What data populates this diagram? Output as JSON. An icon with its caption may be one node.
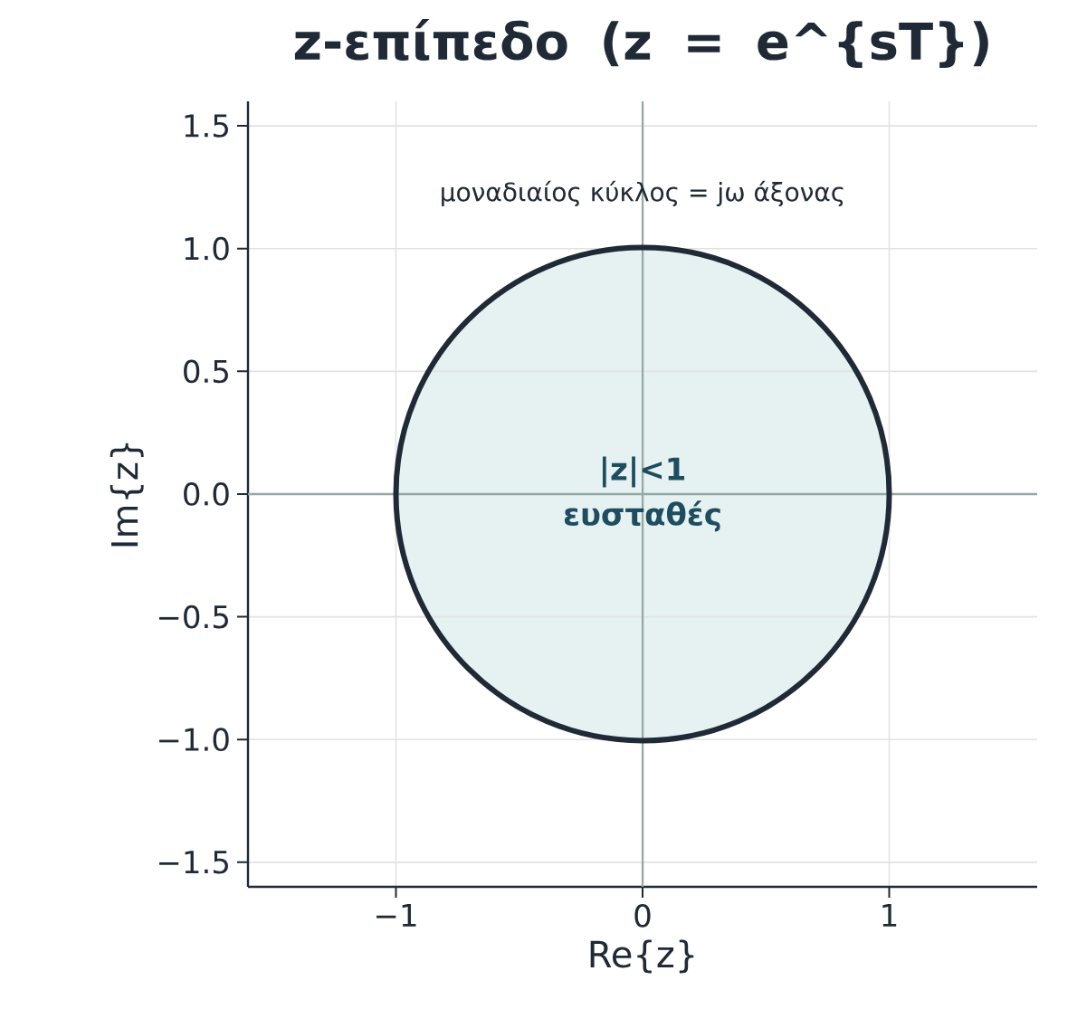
{
  "diagram": {
    "title": "z-επίπεδο   (z = e^{sT})",
    "nodes": [
      {
        "text": [
          "|z|<1",
          "ευσταθές"
        ]
      }
    ],
    "labels": [
      "μοναδιαίος κύκλος = jω άξονας"
    ],
    "chart_data": {
      "type": "line",
      "xlabel": "Re{z}",
      "ylabel": "Im{z}",
      "xlim": [
        -1.6,
        1.6
      ],
      "ylim": [
        -1.6,
        1.6
      ],
      "grid": true,
      "xticks": [
        {
          "value": -1,
          "label": "−1"
        },
        {
          "value": 0,
          "label": "0"
        },
        {
          "value": 1,
          "label": "1"
        }
      ],
      "yticks": [
        {
          "value": -1.5,
          "label": "−1.5"
        },
        {
          "value": -1,
          "label": "−1.0"
        },
        {
          "value": -0.5,
          "label": "−0.5"
        },
        {
          "value": 0,
          "label": "0.0"
        },
        {
          "value": 0.5,
          "label": "0.5"
        },
        {
          "value": 1,
          "label": "1.0"
        },
        {
          "value": 1.5,
          "label": "1.5"
        }
      ]
    }
  }
}
